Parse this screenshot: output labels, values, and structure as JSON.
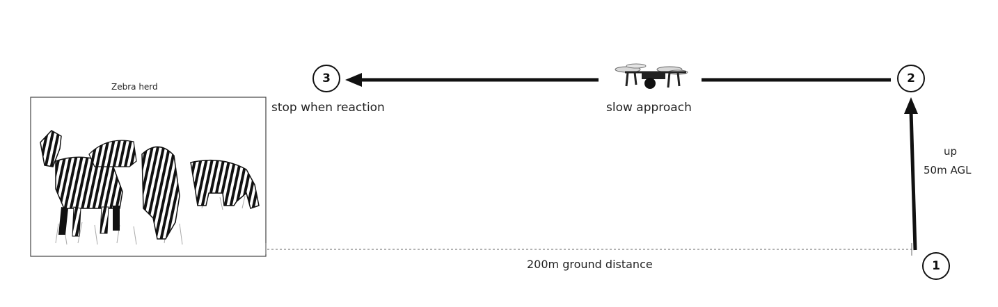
{
  "zebra_panel": {
    "title": "Zebra herd"
  },
  "labels": {
    "stop": "stop when reaction",
    "approach": "slow approach",
    "up": "up",
    "altitude": "50m AGL",
    "ground_distance": "200m ground distance"
  },
  "steps": [
    {
      "id": "step-3",
      "number": "3"
    },
    {
      "id": "step-2",
      "number": "2"
    },
    {
      "id": "step-1",
      "number": "1"
    }
  ],
  "icons": {
    "zebra": "zebra-herd-image",
    "drone": "quadcopter-drone-icon"
  }
}
